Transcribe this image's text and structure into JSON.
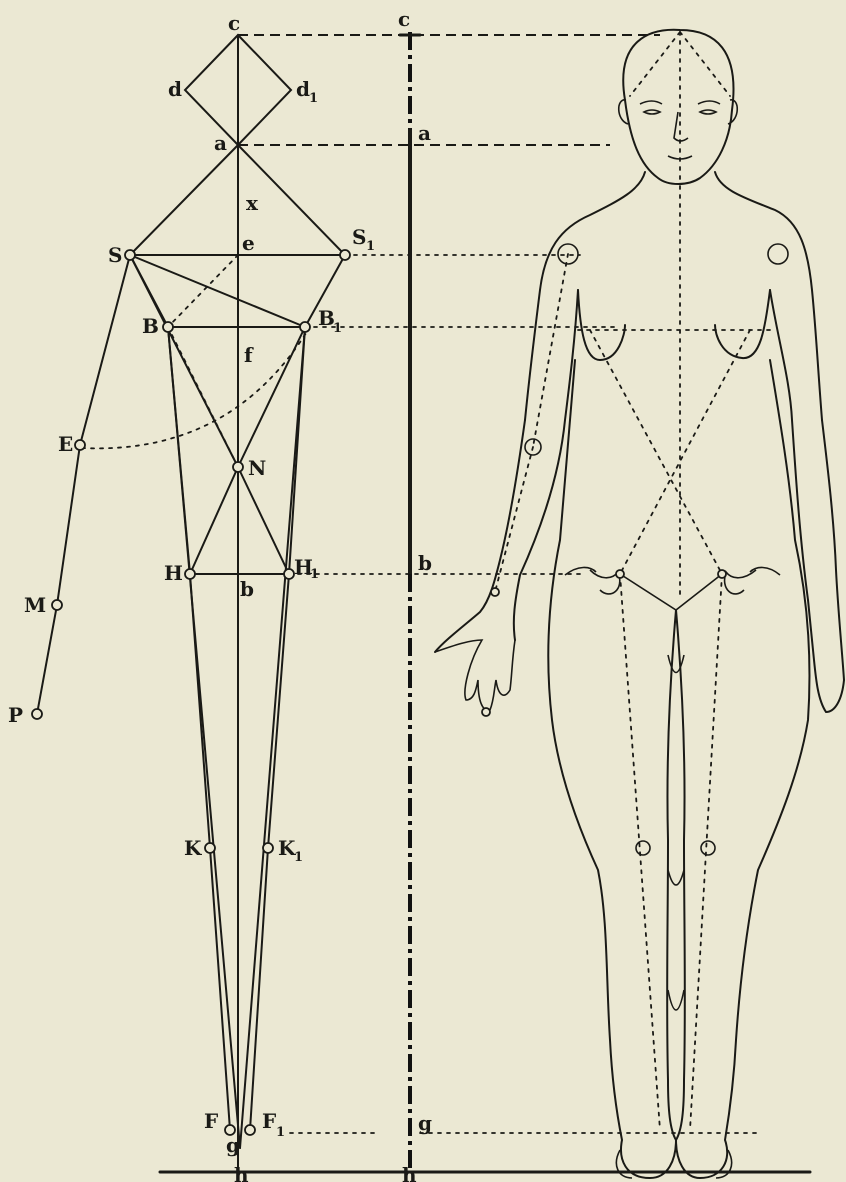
{
  "labels": {
    "c": "c",
    "d": "d",
    "d1": "d",
    "d1_sub": "1",
    "a": "a",
    "x": "x",
    "S": "S",
    "S1": "S",
    "S1_sub": "1",
    "e": "e",
    "B": "B",
    "B1": "B",
    "B1_sub": "1",
    "f": "f",
    "E": "E",
    "N": "N",
    "H": "H",
    "H1": "H",
    "H1_sub": "1",
    "b": "b",
    "M": "M",
    "P": "P",
    "K": "K",
    "K1": "K",
    "K1_sub": "1",
    "F": "F",
    "F1": "F",
    "F1_sub": "1",
    "g": "g",
    "h": "h"
  },
  "axis_labels": {
    "c": "c",
    "a": "a",
    "b": "b",
    "g": "g",
    "h": "h"
  }
}
